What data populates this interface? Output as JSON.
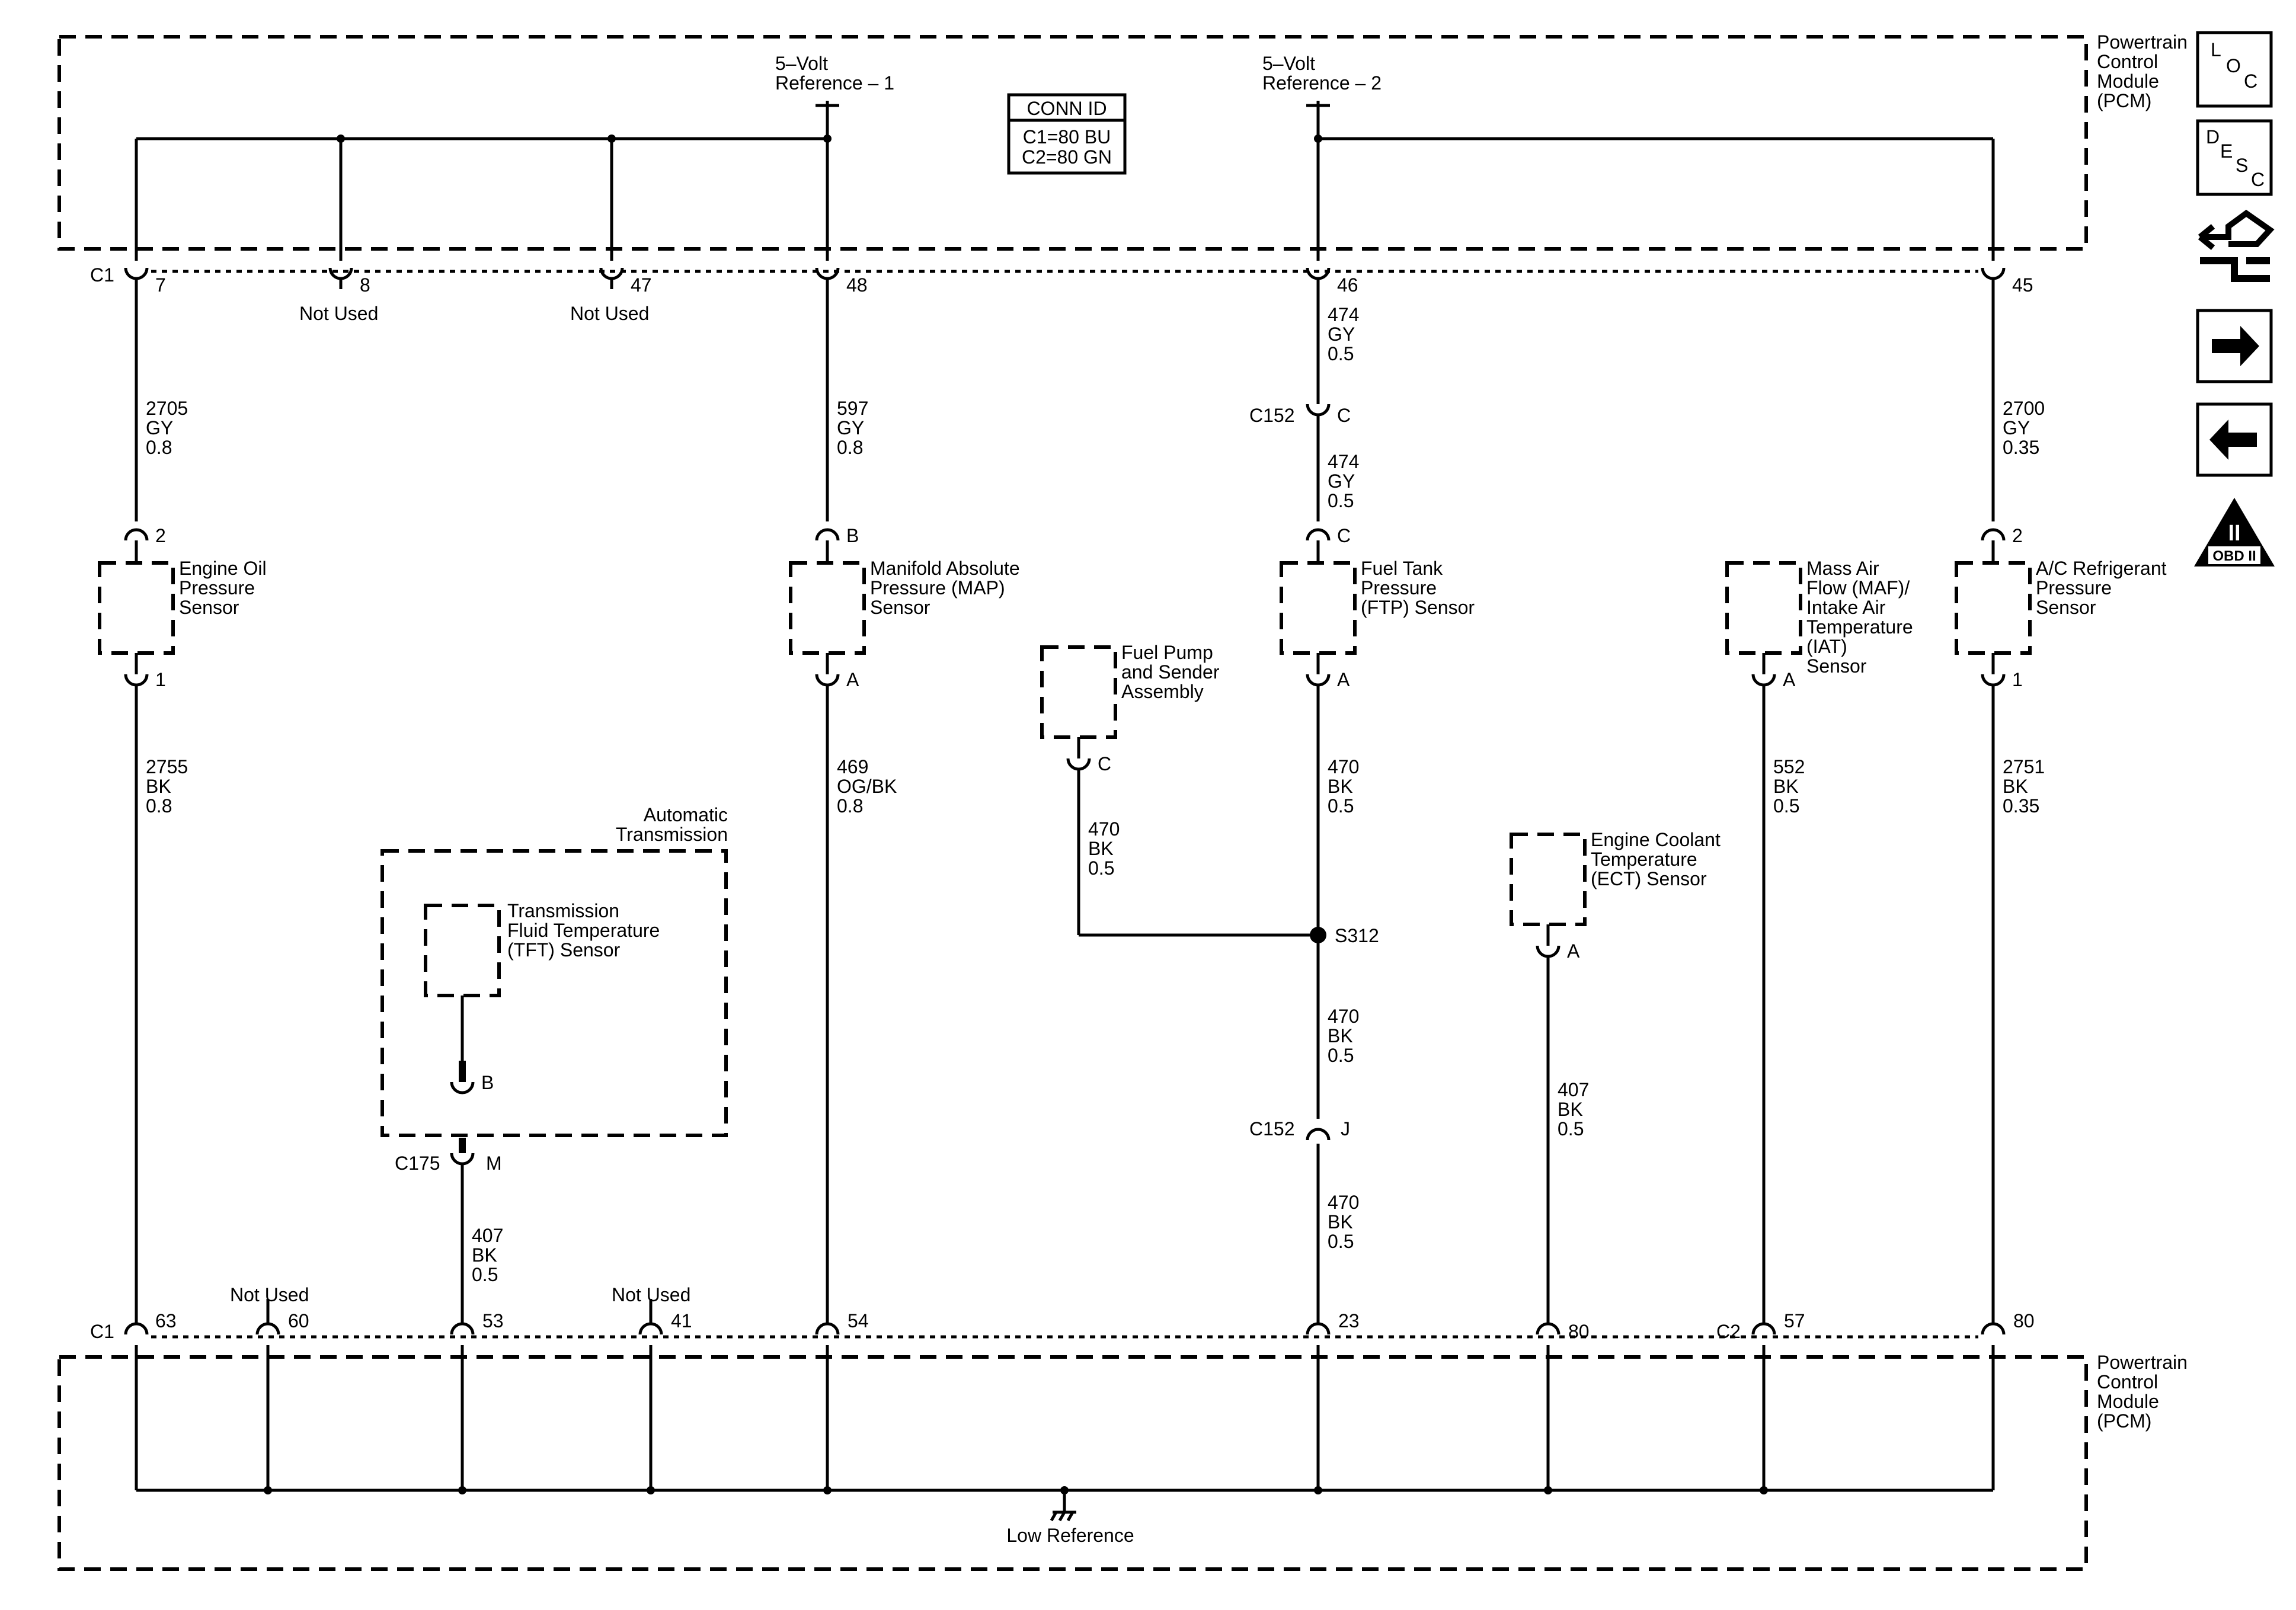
{
  "pcm": {
    "top_label": [
      "Powertrain",
      "Control",
      "Module",
      "(PCM)"
    ],
    "bottom_label": [
      "Powertrain",
      "Control",
      "Module",
      "(PCM)"
    ],
    "ref1_label": [
      "5–Volt",
      "Reference – 1"
    ],
    "ref2_label": [
      "5–Volt",
      "Reference – 2"
    ],
    "low_ref_label": "Low Reference",
    "conn_id": {
      "title": "CONN ID",
      "line1": "C1=80 BU",
      "line2": "C2=80 GN"
    }
  },
  "connectors": {
    "top_c1": "C1",
    "top_pins": [
      "7",
      "8",
      "47",
      "48",
      "46",
      "45"
    ],
    "top_not_used": [
      "Not Used",
      "Not Used"
    ],
    "bottom_c1": "C1",
    "bottom_c2": "C2",
    "bottom_pins": [
      "63",
      "60",
      "53",
      "41",
      "54",
      "23",
      "80",
      "57",
      "80"
    ],
    "bottom_not_used": [
      "Not Used",
      "Not Used"
    ],
    "c152": "C152",
    "c175": "C175",
    "s312": "S312"
  },
  "components": {
    "oil": [
      "Engine Oil",
      "Pressure",
      "Sensor"
    ],
    "map": [
      "Manifold Absolute",
      "Pressure (MAP)",
      "Sensor"
    ],
    "ftp": [
      "Fuel Tank",
      "Pressure",
      "(FTP) Sensor"
    ],
    "maf": [
      "Mass Air",
      "Flow (MAF)/",
      "Intake Air",
      "Temperature",
      "(IAT)",
      "Sensor"
    ],
    "ac": [
      "A/C Refrigerant",
      "Pressure",
      "Sensor"
    ],
    "fuel_pump": [
      "Fuel Pump",
      "and Sender",
      "Assembly"
    ],
    "ect": [
      "Engine Coolant",
      "Temperature",
      "(ECT) Sensor"
    ],
    "trans": [
      "Automatic",
      "Transmission"
    ],
    "tft": [
      "Transmission",
      "Fluid Temperature",
      "(TFT) Sensor"
    ]
  },
  "pin_labels": {
    "oil_top": "2",
    "oil_bottom": "1",
    "map_top": "B",
    "map_bottom": "A",
    "ftp_top": "C",
    "ftp_bottom": "A",
    "maf_bottom": "A",
    "ac_top": "2",
    "ac_bottom": "1",
    "fuel_pump": "C",
    "ect": "A",
    "tft": "B",
    "c175": "M",
    "c152_upper": "C",
    "c152_lower_top": "C",
    "c152_j": "J"
  },
  "wires": {
    "w2705": [
      "2705",
      "GY",
      "0.8"
    ],
    "w597": [
      "597",
      "GY",
      "0.8"
    ],
    "w474a": [
      "474",
      "GY",
      "0.5"
    ],
    "w474b": [
      "474",
      "GY",
      "0.5"
    ],
    "w2700": [
      "2700",
      "GY",
      "0.35"
    ],
    "w2755": [
      "2755",
      "BK",
      "0.8"
    ],
    "w469": [
      "469",
      "OG/BK",
      "0.8"
    ],
    "w470a": [
      "470",
      "BK",
      "0.5"
    ],
    "w470fp": [
      "470",
      "BK",
      "0.5"
    ],
    "w470b": [
      "470",
      "BK",
      "0.5"
    ],
    "w470c": [
      "470",
      "BK",
      "0.5"
    ],
    "w552": [
      "552",
      "BK",
      "0.5"
    ],
    "w2751": [
      "2751",
      "BK",
      "0.35"
    ],
    "w407ect": [
      "407",
      "BK",
      "0.5"
    ],
    "w407tft": [
      "407",
      "BK",
      "0.5"
    ]
  },
  "side_icons": {
    "loc": [
      "L",
      "O",
      "C"
    ],
    "desc": [
      "D",
      "E",
      "S",
      "C"
    ],
    "obd": [
      "II",
      "OBD II"
    ],
    "icon_names": [
      "loc-icon",
      "desc-icon",
      "schematic-icon",
      "next-arrow-icon",
      "prev-arrow-icon",
      "obd-ii-icon"
    ]
  }
}
